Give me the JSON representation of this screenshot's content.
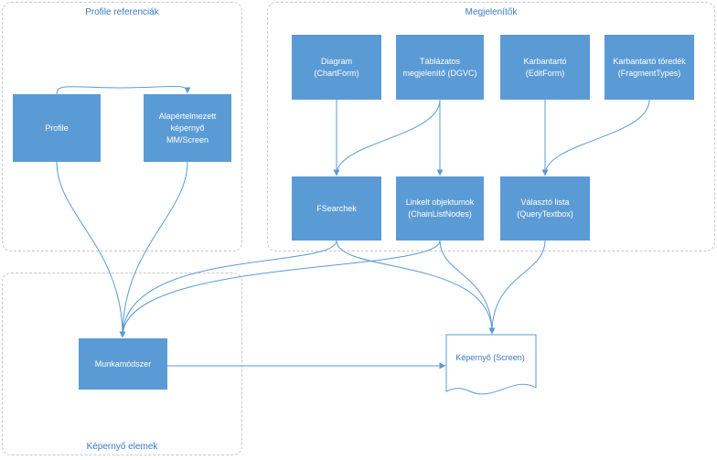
{
  "groups": {
    "profile": "Profile referenciák",
    "viewers": "Megjelenítők",
    "screen_elements": "Képernyő elemek"
  },
  "nodes": {
    "diagram": "Diagram\n(ChartForm)",
    "table": "Táblázatos\nmegjelenítő (DGVC)",
    "maintainer": "Karbantartó\n(EditForm)",
    "fragment": "Karbantartó töredék\n(FragmentTypes)",
    "profile": "Profile",
    "default_screen": "Alapértelmezett\nképernyő\nMM/Screen",
    "fsearchek": "FSearchek",
    "linked": "Linkelt objektumok\n(ChainListNodes)",
    "select_list": "Választó lista\n(QueryTextbox)",
    "workflow": "Munkamódszer"
  },
  "document": {
    "label": "Képernyő (Screen)"
  },
  "colors": {
    "node_fill": "#5b9bd5",
    "edge": "#5b9bd5",
    "group_border": "#c8c8c8",
    "label_text": "#3a78c3"
  }
}
